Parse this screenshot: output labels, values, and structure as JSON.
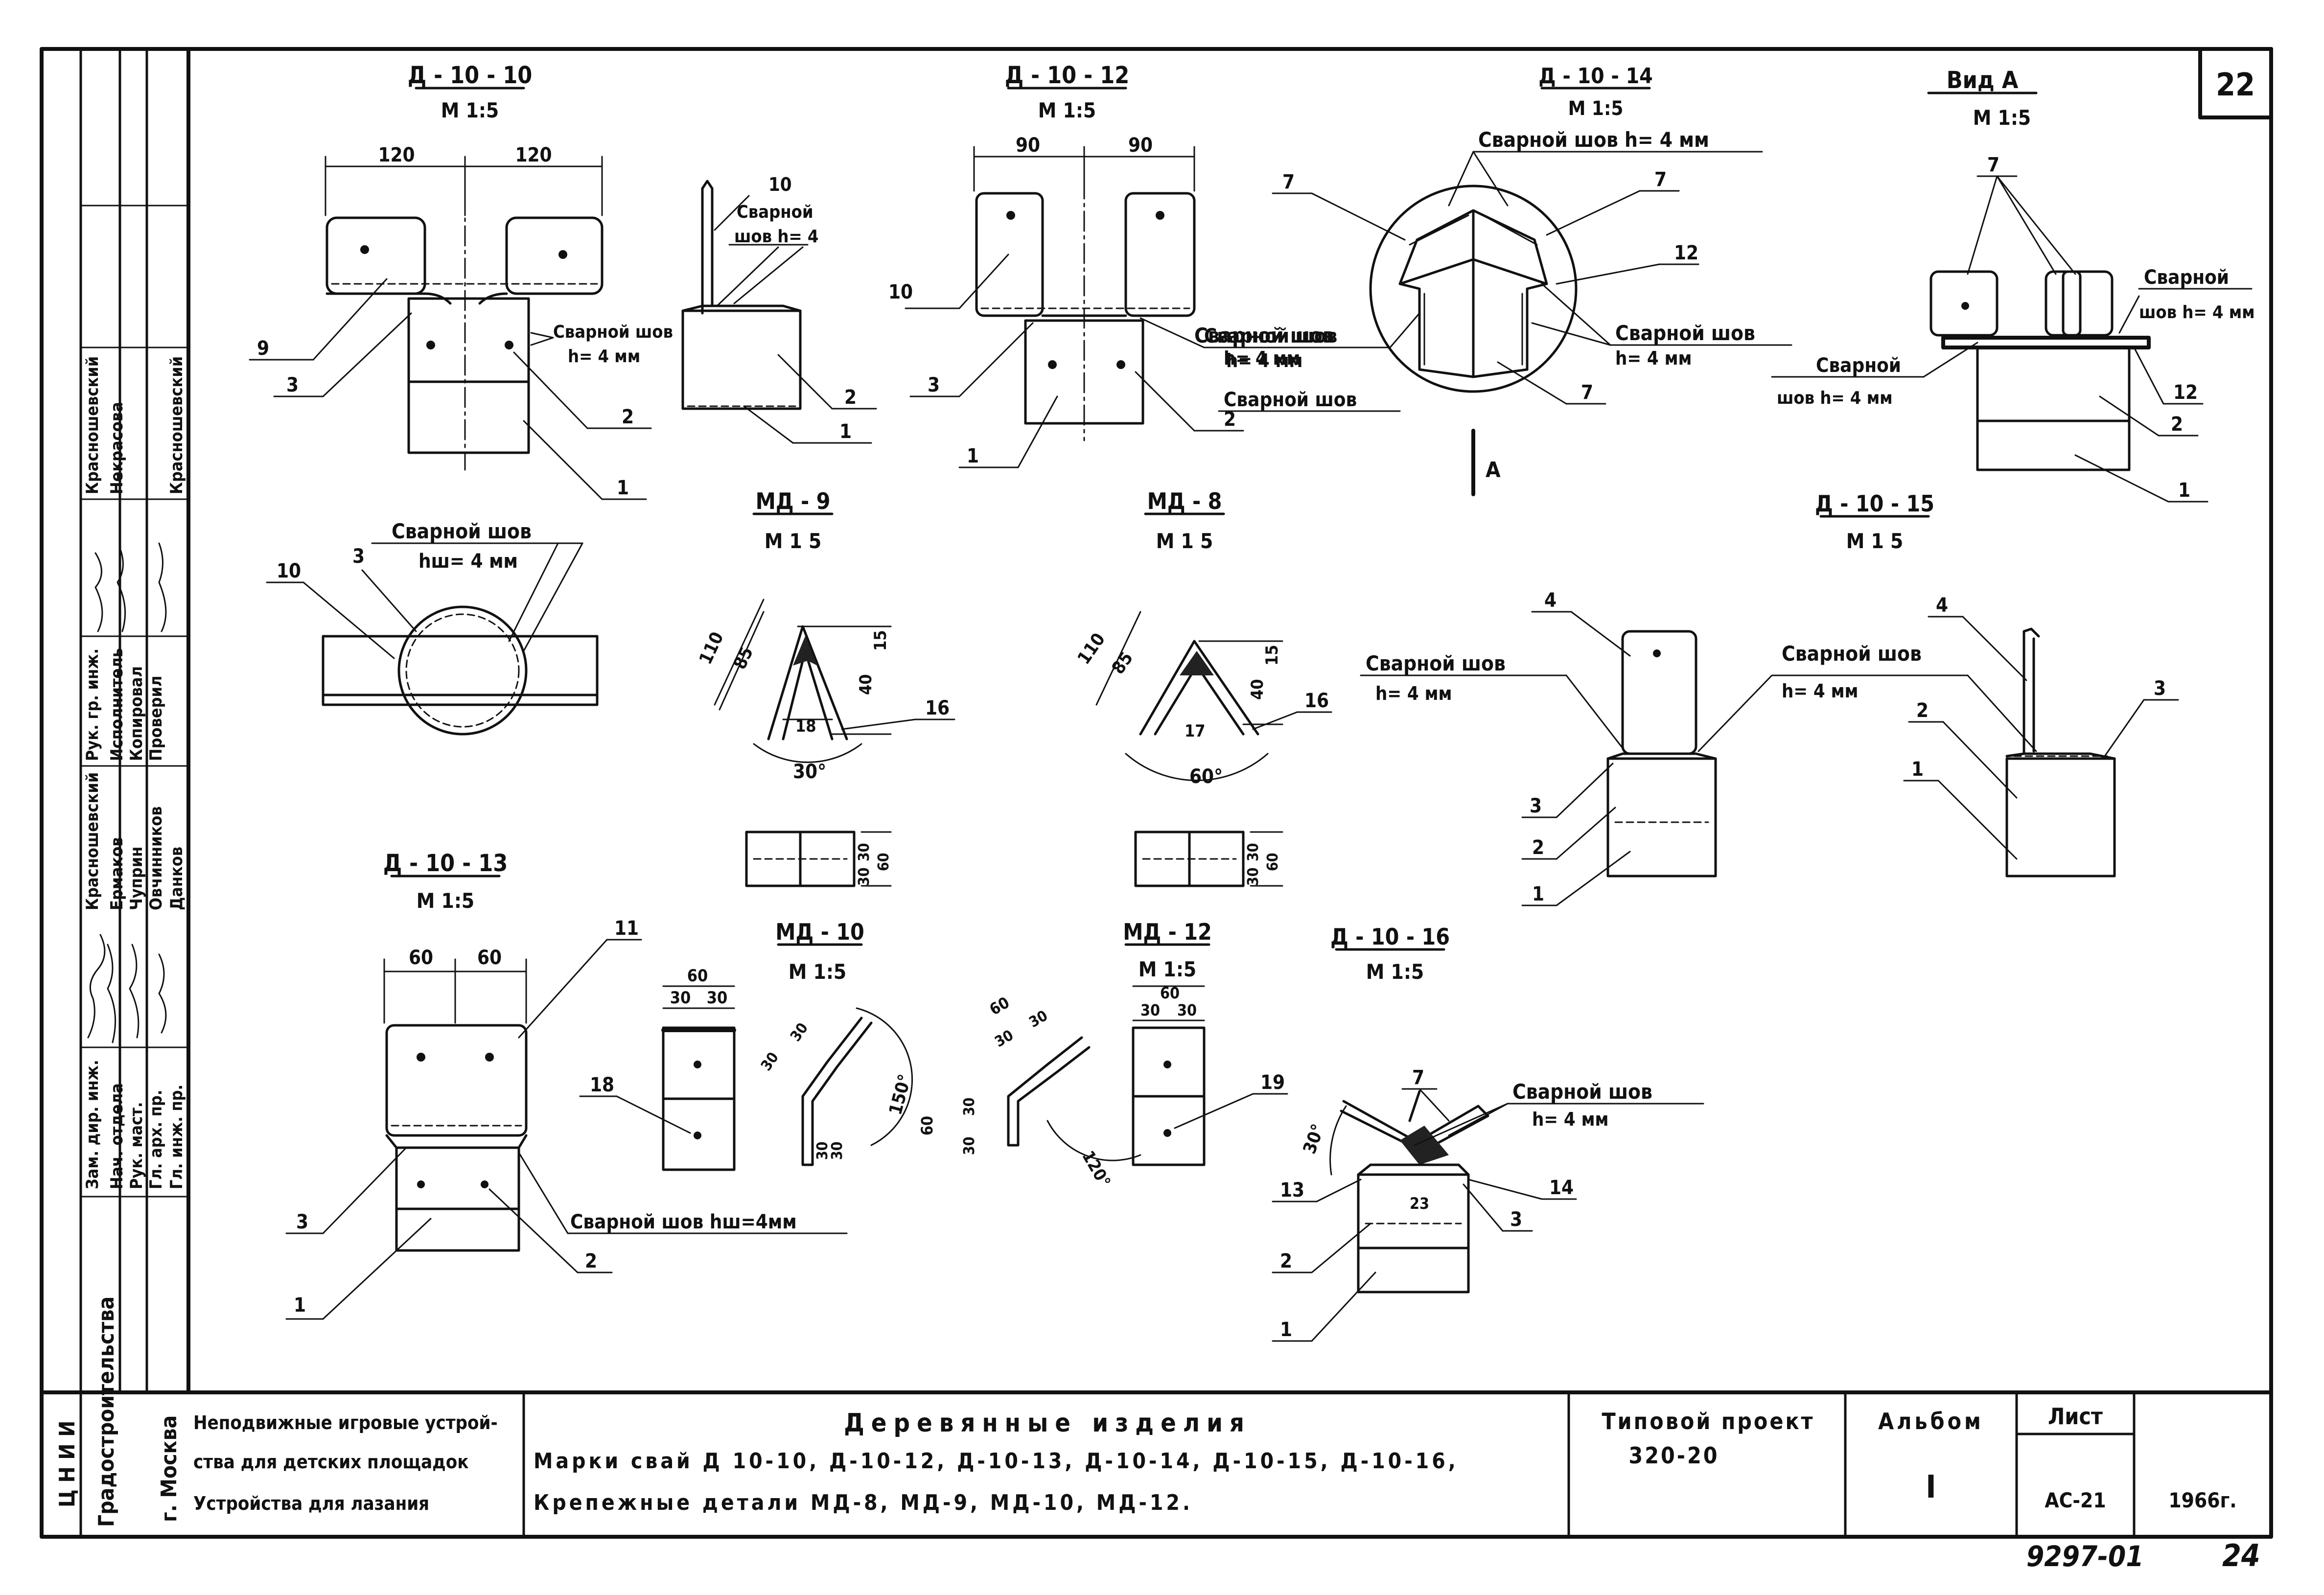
{
  "sheet": {
    "number": "22",
    "bottom_ref": "9297-01",
    "bottom_page": "24"
  },
  "details": {
    "d1010": {
      "title": "Д - 10 - 10",
      "scale": "М 1:5",
      "dim_a": "120",
      "dim_b": "120",
      "weld": "Сварной шов",
      "weld_h": "h= 4 мм",
      "callouts": [
        "9",
        "3",
        "1",
        "2"
      ]
    },
    "d1011": {
      "callouts": [
        "10",
        "2",
        "1"
      ],
      "weld": "Сварной",
      "weld2": "шов h= 4"
    },
    "d1012": {
      "title": "Д - 10 - 12",
      "scale": "М 1:5",
      "dim_a": "90",
      "dim_b": "90",
      "weld_a": "Сварной шов",
      "weld_a_h": "h= 4 мм",
      "weld_b": "Сварной шов",
      "callouts": [
        "10",
        "3",
        "1",
        "2"
      ]
    },
    "d1014": {
      "title": "Д - 10 - 14",
      "scale": "М 1:5",
      "weld_top": "Сварной шов h= 4 мм",
      "weld_r": "Сварной шов",
      "weld_r_h": "h= 4 мм",
      "callouts": [
        "7",
        "7",
        "12",
        "7"
      ],
      "view_mark": "А"
    },
    "view_a": {
      "title": "Вид А",
      "scale": "М 1:5",
      "weld_r1": "Сварной",
      "weld_r2": "шов h= 4 мм",
      "weld_l1": "Сварной",
      "weld_l2": "шов h= 4 мм",
      "callouts": [
        "7",
        "12",
        "2",
        "1"
      ]
    },
    "plan": {
      "weld": "Сварной шов",
      "weld_h": "hш= 4 мм",
      "callouts": [
        "10",
        "3"
      ]
    },
    "md9": {
      "title": "МД - 9",
      "scale": "М 1 5",
      "dims": [
        "110",
        "85",
        "15",
        "40",
        "18",
        "30°"
      ],
      "callout": "16",
      "plan_dims": [
        "30",
        "30",
        "60"
      ]
    },
    "md8": {
      "title": "МД - 8",
      "scale": "М 1 5",
      "dims": [
        "110",
        "85",
        "15",
        "40",
        "17",
        "60°"
      ],
      "callout": "16",
      "plan_dims": [
        "30",
        "30",
        "60"
      ]
    },
    "d1015": {
      "title": "Д - 10 - 15",
      "scale": "М 1 5",
      "weld_a": "Сварной шов",
      "weld_a_h": "h= 4 мм",
      "weld_b": "Сварной шов",
      "weld_b_h": "h= 4 мм",
      "callouts_a": [
        "4",
        "3",
        "2",
        "1"
      ],
      "callouts_b": [
        "4",
        "3",
        "2",
        "1"
      ]
    },
    "d1013": {
      "title": "Д - 10 - 13",
      "scale": "М 1:5",
      "dim_a": "60",
      "dim_b": "60",
      "weld": "Сварной шов hш=4мм",
      "callouts": [
        "11",
        "3",
        "1",
        "2"
      ]
    },
    "md10": {
      "title": "МД - 10",
      "scale": "М 1:5",
      "dims_top": [
        "60",
        "30",
        "30"
      ],
      "callout": "18",
      "bend_dims": [
        "30",
        "30",
        "30",
        "30",
        "150°"
      ]
    },
    "md_mid": {
      "dims": [
        "60",
        "30",
        "30",
        "60",
        "30",
        "30",
        "120°"
      ]
    },
    "md12": {
      "title": "МД - 12",
      "scale": "М 1:5",
      "dims_top": [
        "60",
        "30",
        "30"
      ],
      "callout": "19"
    },
    "d1016": {
      "title": "Д - 10 - 16",
      "scale": "М 1:5",
      "weld": "Сварной шов",
      "weld_h": "h= 4 мм",
      "angle": "30°",
      "dim": "23",
      "callouts": [
        "7",
        "13",
        "14",
        "3",
        "2",
        "1"
      ]
    }
  },
  "sidebar": {
    "org1": "Ц Н И И",
    "org2": "Градостроительства",
    "org3": "г. Москва",
    "roles": [
      "Зам. дир. инж.",
      "Нач. отдела",
      "Рук. маст.",
      "Гл. арх. пр.",
      "Гл. инж. пр."
    ],
    "roles2": [
      "Рук. гр. инж.",
      "Исполнитель",
      "Копировал",
      "Проверил"
    ],
    "names_a": [
      "Красношевский",
      "Ермаков",
      "Чуприн",
      "Овчинников",
      "Данков"
    ],
    "names_b": [
      "Красношевский",
      "Некрасова",
      "Красношевский"
    ]
  },
  "title_block": {
    "col1": [
      "Неподвижные игровые устрой-",
      "ства для детских площадок",
      "Устройства для лазания"
    ],
    "title": "Деревянные изделия",
    "line2": "Марки свай Д 10-10, Д-10-12, Д-10-13, Д-10-14, Д-10-15, Д-10-16,",
    "line3": "Крепежные детали МД-8, МД-9, МД-10, МД-12.",
    "project_label": "Типовой проект",
    "project_value": "320-20",
    "album_label": "Альбом",
    "album_value": "I",
    "sheet_label": "Лист",
    "sheet_value": "АС-21",
    "year": "1966г."
  }
}
